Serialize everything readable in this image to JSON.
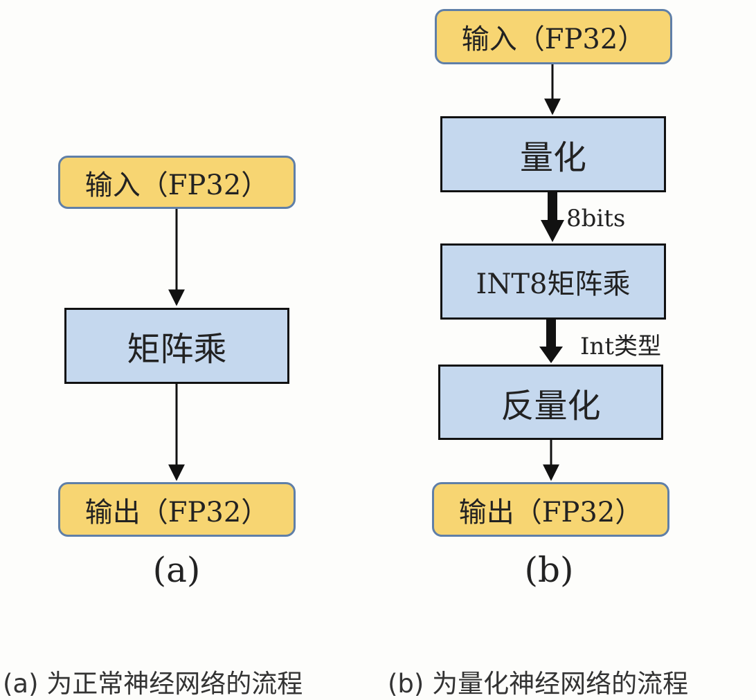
{
  "diagram_a": {
    "input": "输入（FP32）",
    "process": "矩阵乘",
    "output": "输出（FP32）",
    "label": "(a)"
  },
  "diagram_b": {
    "input": "输入（FP32）",
    "quantize": "量化",
    "edge1": "8bits",
    "matmul": "INT8矩阵乘",
    "edge2": "Int类型",
    "dequantize": "反量化",
    "output": "输出（FP32）",
    "label": "(b)"
  },
  "captions": {
    "a": "(a) 为正常神经网络的流程",
    "b": "(b) 为量化神经网络的流程"
  },
  "colors": {
    "io_fill": "#f7d572",
    "io_border": "#5f7fa8",
    "process_fill": "#c5d8ee",
    "process_border": "#111111"
  }
}
